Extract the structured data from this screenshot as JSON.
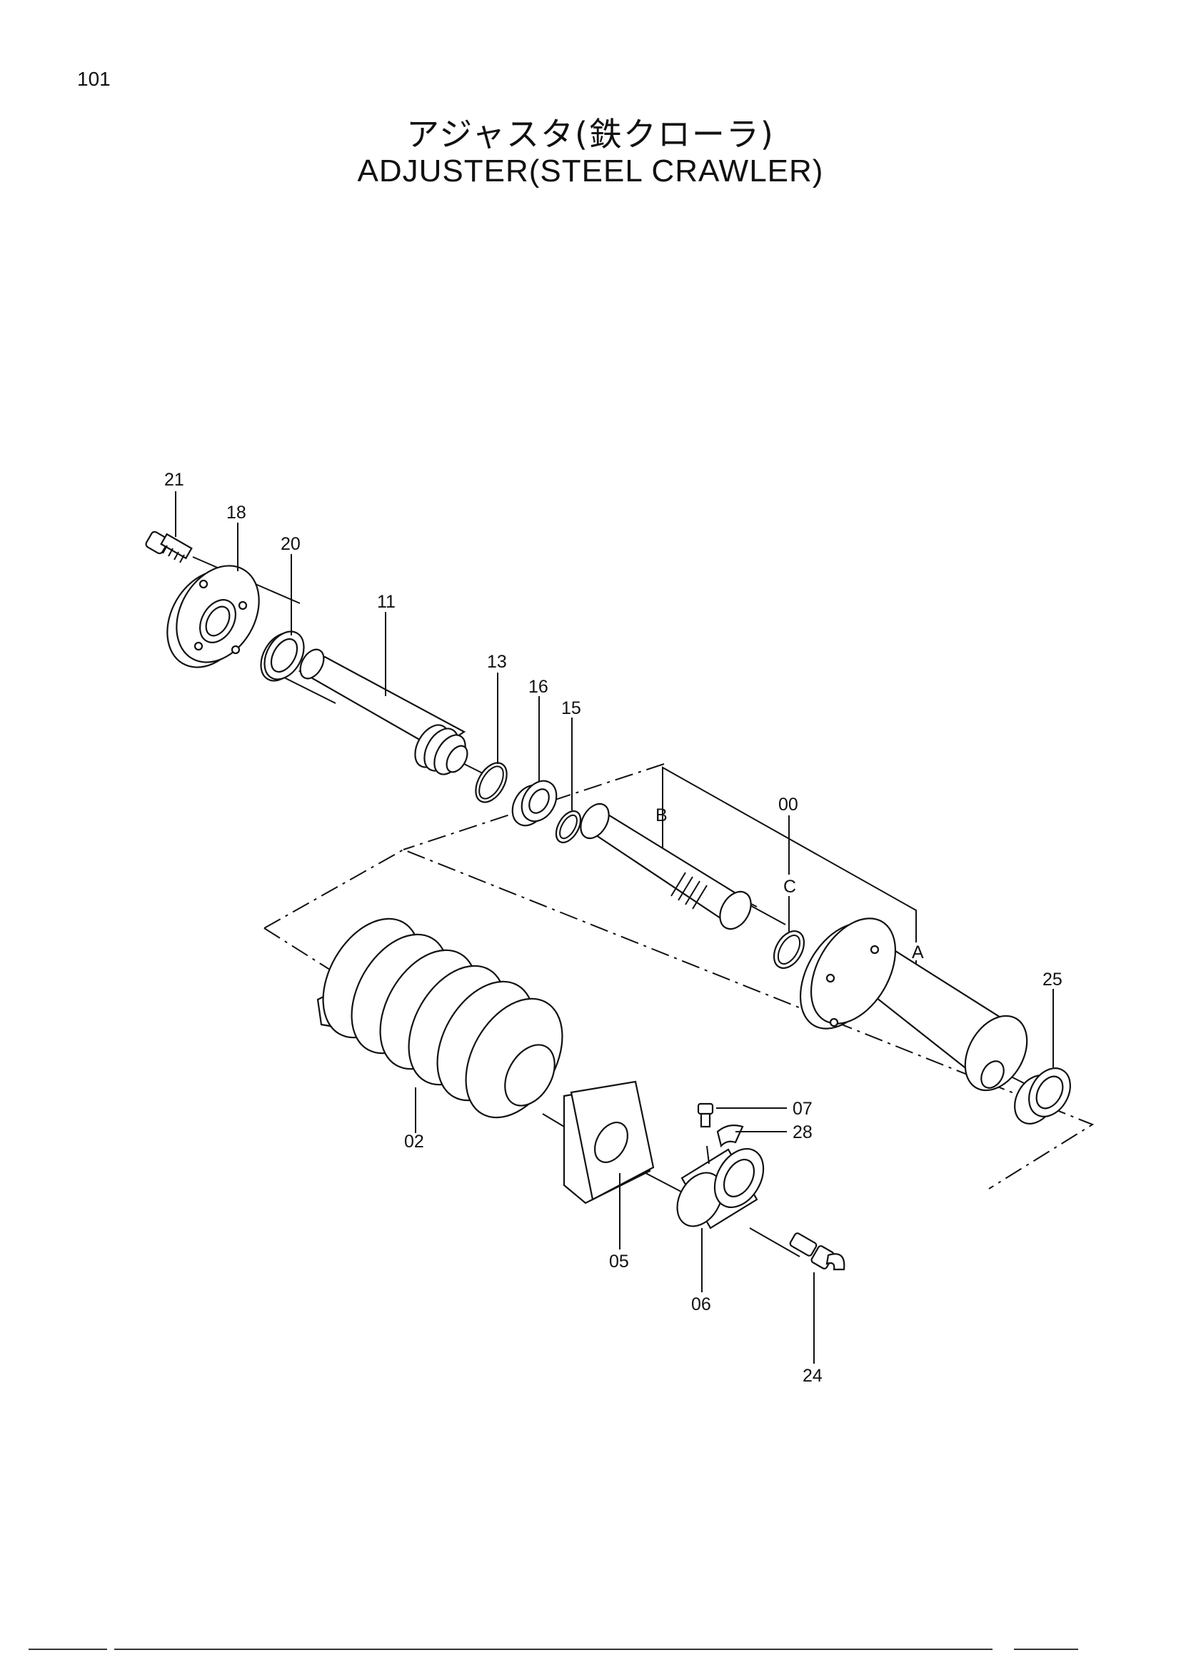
{
  "page": {
    "number": "101"
  },
  "title": {
    "japanese": "アジャスタ(鉄クローラ)",
    "english": "ADJUSTER(STEEL  CRAWLER)"
  },
  "callouts": {
    "c21": "21",
    "c18": "18",
    "c20": "20",
    "c11": "11",
    "c13": "13",
    "c16": "16",
    "c15": "15",
    "c00": "00",
    "cB": "B",
    "cC": "C",
    "cA": "A",
    "c25": "25",
    "c02": "02",
    "c07": "07",
    "c28": "28",
    "c05": "05",
    "c06": "06",
    "c24": "24"
  }
}
